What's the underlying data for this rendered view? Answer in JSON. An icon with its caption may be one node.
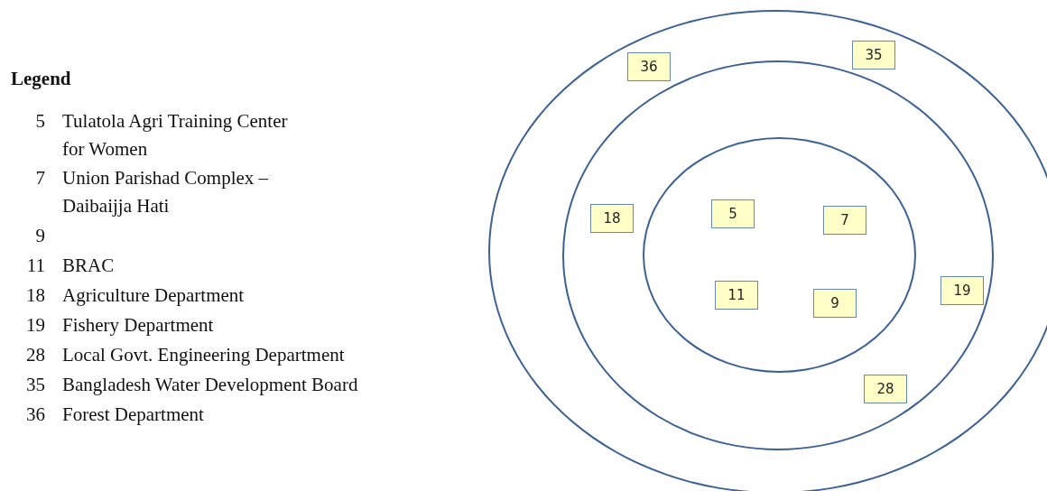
{
  "diagram": {
    "nodes": [
      {
        "text": [],
        "shape": "circle"
      },
      {
        "text": [
          "36"
        ],
        "in": 0
      },
      {
        "text": [
          "35"
        ],
        "in": 0
      },
      {
        "text": [],
        "shape": "circle",
        "in": 0
      },
      {
        "text": [
          "18"
        ],
        "in": 3
      },
      {
        "text": [],
        "shape": "circle",
        "in": 3
      },
      {
        "text": [
          "5"
        ],
        "in": 5
      },
      {
        "text": [
          "7"
        ],
        "in": 5
      },
      {
        "text": [
          "11"
        ],
        "in": 5
      },
      {
        "text": [
          "9"
        ],
        "in": 5
      },
      {
        "text": [
          "19"
        ],
        "in": 3
      },
      {
        "text": [
          "28"
        ],
        "in": 3
      }
    ],
    "labels": [
      "Legend",
      "5",
      "Tulatola Agri Training Center for Women",
      "7",
      "Union Parishad Complex – Daibaijja Hati",
      "9",
      "11",
      "BRAC",
      "18",
      "Agriculture Department",
      "19",
      "Fishery Department",
      "28",
      "Local Govt. Engineering Department",
      "35",
      "Bangladesh Water Development Board",
      "36",
      "Forest Department"
    ]
  }
}
